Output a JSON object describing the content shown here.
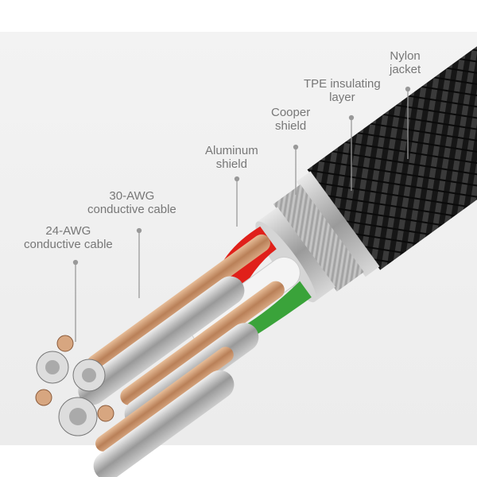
{
  "labels": {
    "nylon": [
      "Nylon",
      "jacket"
    ],
    "tpe": [
      "TPE insulating",
      "layer"
    ],
    "cooper": [
      "Cooper",
      "shield"
    ],
    "aluminum": [
      "Aluminum",
      "shield"
    ],
    "awg30": [
      "30-AWG",
      "conductive cable"
    ],
    "awg24": [
      "24-AWG",
      "conductive cable"
    ]
  },
  "colors": {
    "jacket": "#1a1a1a",
    "copper": "#c9966e",
    "silver": "#b9b9b9",
    "red": "#e0201a",
    "green": "#3aa33a",
    "label": "#777777"
  }
}
